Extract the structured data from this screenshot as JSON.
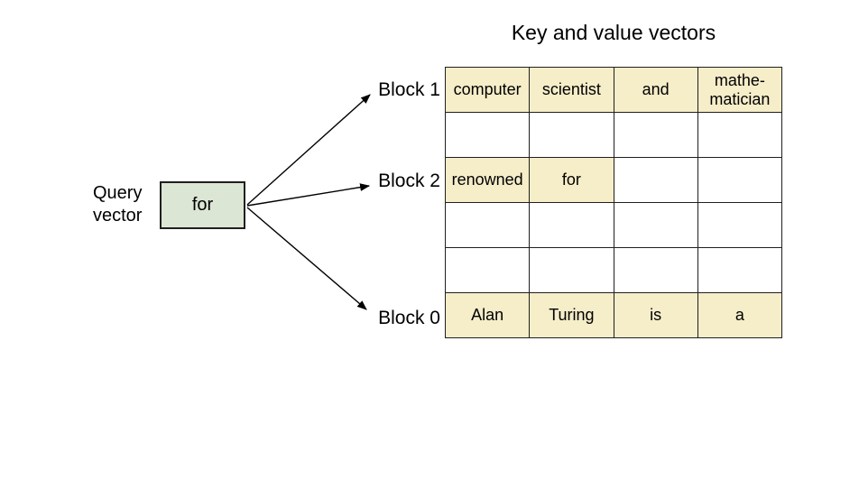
{
  "colors": {
    "canvas-bg": "#ffffff",
    "cell-filled": "#f6edc9",
    "query-box": "#dce6d4",
    "border": "#1f1f1f",
    "text": "#000000",
    "arrow": "#000000"
  },
  "title": "Key and value vectors",
  "query": {
    "label": "Query\nvector",
    "token": "for"
  },
  "blocks": [
    {
      "label": "Block 1"
    },
    {
      "label": "Block 2"
    },
    {
      "label": "Block 0"
    }
  ],
  "table": {
    "rows": [
      {
        "cells": [
          {
            "text": "computer",
            "filled": true
          },
          {
            "text": "scientist",
            "filled": true
          },
          {
            "text": "and",
            "filled": true
          },
          {
            "text": "mathe-\nmatician",
            "filled": true
          }
        ]
      },
      {
        "cells": [
          {
            "text": "",
            "filled": false
          },
          {
            "text": "",
            "filled": false
          },
          {
            "text": "",
            "filled": false
          },
          {
            "text": "",
            "filled": false
          }
        ]
      },
      {
        "cells": [
          {
            "text": "renowned",
            "filled": true
          },
          {
            "text": "for",
            "filled": true
          },
          {
            "text": "",
            "filled": false
          },
          {
            "text": "",
            "filled": false
          }
        ]
      },
      {
        "cells": [
          {
            "text": "",
            "filled": false
          },
          {
            "text": "",
            "filled": false
          },
          {
            "text": "",
            "filled": false
          },
          {
            "text": "",
            "filled": false
          }
        ]
      },
      {
        "cells": [
          {
            "text": "",
            "filled": false
          },
          {
            "text": "",
            "filled": false
          },
          {
            "text": "",
            "filled": false
          },
          {
            "text": "",
            "filled": false
          }
        ]
      },
      {
        "cells": [
          {
            "text": "Alan",
            "filled": true
          },
          {
            "text": "Turing",
            "filled": true
          },
          {
            "text": "is",
            "filled": true
          },
          {
            "text": "a",
            "filled": true
          }
        ]
      }
    ]
  }
}
